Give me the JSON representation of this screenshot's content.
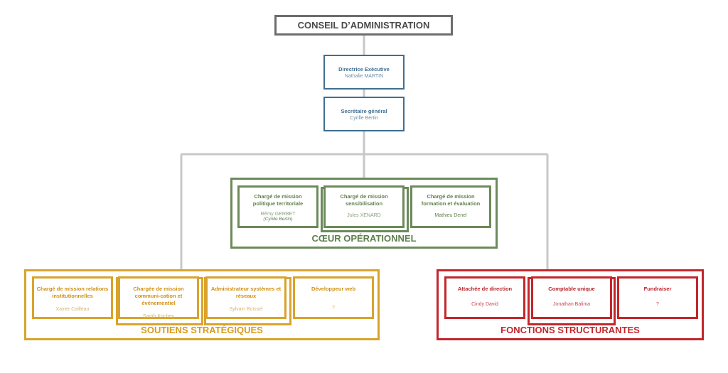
{
  "board": {
    "label": "CONSEIL D’ADMINISTRATION"
  },
  "director": {
    "title": "Directrice Exécutive",
    "name": "Nathalie MARTIN"
  },
  "secretary": {
    "title": "Secrétaire général",
    "name": "Cyrille Bertin"
  },
  "core": {
    "title": "CŒUR OPÉRATIONNEL",
    "roles": [
      {
        "title": "Chargé de mission politique territoriale",
        "name": "Rémy GERBET",
        "note": "(Cyrille Bertin)"
      },
      {
        "title": "Chargé de mission sensibilisation",
        "name": "Jules XENARD"
      },
      {
        "title": "Chargé de mission formation et évaluation",
        "name": "Mathieu Denel"
      }
    ]
  },
  "support": {
    "title": "SOUTIENS STRATÉGIQUES",
    "roles": [
      {
        "title": "Chargé de mission relations institutionnelles",
        "name": "Xavier Cailleau"
      },
      {
        "title": "Chargée de mission communi-cation et événementiel",
        "name": "Sarah Krichen"
      },
      {
        "title": "Administrateur systèmes et réseaux",
        "name": "Sylvain Boissel"
      },
      {
        "title": "Développeur web",
        "name": "?"
      }
    ]
  },
  "structural": {
    "title": "FONCTIONS STRUCTURANTES",
    "roles": [
      {
        "title": "Attachée de direction",
        "name": "Cindy David"
      },
      {
        "title": "Comptable unique",
        "name": "Jonathan Balima"
      },
      {
        "title": "Fundraiser",
        "name": "?"
      }
    ]
  },
  "colors": {
    "board": "#6d6d6d",
    "executive": "#3f6f92",
    "core": "#6c8a5a",
    "support": "#d9a32c",
    "structural": "#c3262b",
    "connector": "#c8c8c8"
  }
}
